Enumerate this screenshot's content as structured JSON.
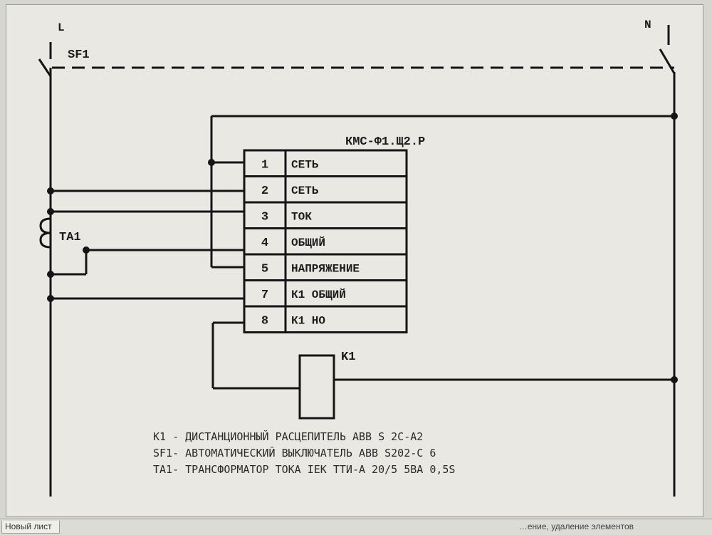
{
  "labels": {
    "phase": "L",
    "neutral": "N",
    "breaker": "SF1",
    "device_title": "КМС-Ф1.Щ2.Р",
    "transformer": "TA1",
    "relay": "K1"
  },
  "terminals": [
    {
      "num": "1",
      "name": "СЕТЬ"
    },
    {
      "num": "2",
      "name": "СЕТЬ"
    },
    {
      "num": "3",
      "name": "ТОК"
    },
    {
      "num": "4",
      "name": "ОБЩИЙ"
    },
    {
      "num": "5",
      "name": "НАПРЯЖЕНИЕ"
    },
    {
      "num": "7",
      "name": "К1 ОБЩИЙ"
    },
    {
      "num": "8",
      "name": "К1 НО"
    }
  ],
  "legend": [
    "К1 - ДИСТАНЦИОННЫЙ РАСЦЕПИТЕЛЬ ABB S 2C-A2",
    "SF1- АВТОМАТИЧЕСКИЙ ВЫКЛЮЧАТЕЛЬ ABB S202-C 6",
    "TA1- ТРАНСФОРМАТОР ТОКА IEK ТТИ-А 20/5 5ВА 0,5S"
  ],
  "statusbar": {
    "tab": "Новый лист",
    "message": "…ение, удаление элементов"
  },
  "colors": {
    "line": "#151515",
    "paper": "#e9e8e2"
  }
}
